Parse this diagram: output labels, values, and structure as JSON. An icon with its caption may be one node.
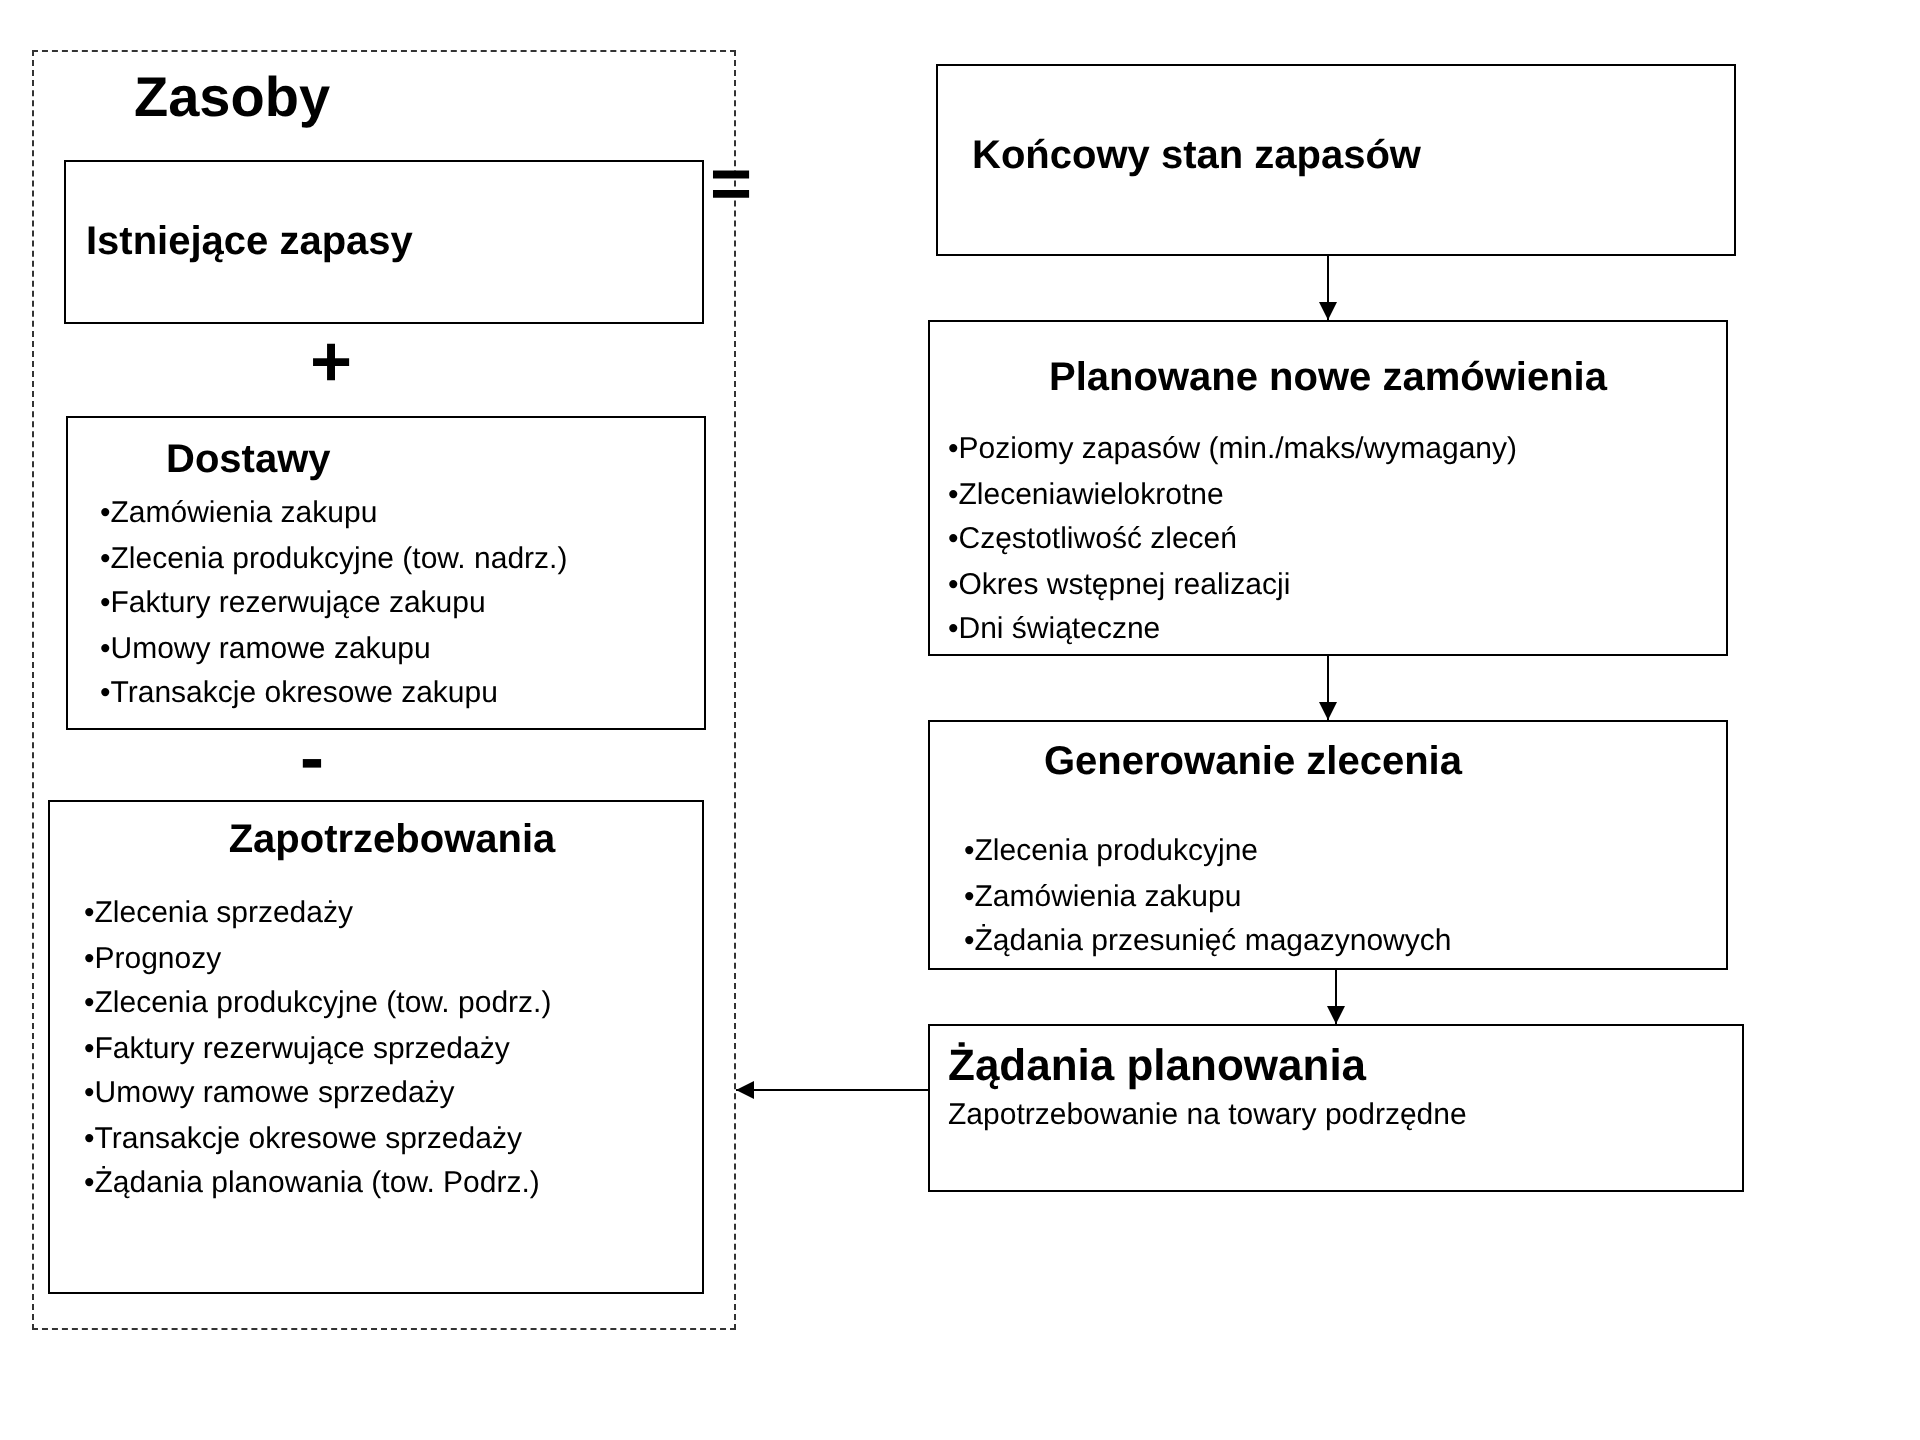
{
  "diagram": {
    "nodes": [
      {
        "text": [
          "Zasoby"
        ]
      },
      {
        "text": [
          "Istniejące zapasy"
        ],
        "in": 0
      },
      {
        "text": [
          "Dostawy",
          "•Zamówienia zakupu",
          "•Zlecenia produkcyjne (tow. nadrz.)",
          "•Faktury rezerwujące zakupu",
          "•Umowy ramowe zakupu",
          "•Transakcje okresowe zakupu"
        ],
        "in": 0
      },
      {
        "text": [
          "Zapotrzebowania",
          "•Zlecenia sprzedaży",
          "•Prognozy",
          "•Zlecenia produkcyjne (tow. podrz.)",
          "•Faktury rezerwujące sprzedaży",
          "•Umowy ramowe sprzedaży",
          "•Transakcje okresowe sprzedaży",
          "•Żądania planowania (tow. Podrz.)"
        ],
        "in": 0
      },
      {
        "text": [
          "Końcowy stan zapasów"
        ]
      },
      {
        "text": [
          "Planowane nowe zamówienia",
          "•Poziomy zapasów (min./maks/wymagany)",
          "•Zleceniawielokrotne",
          "•Częstotliwość zleceń",
          "•Okres wstępnej realizacji",
          "•Dni świąteczne"
        ]
      },
      {
        "text": [
          "Generowanie zlecenia",
          "•Zlecenia produkcyjne",
          "•Zamówienia zakupu",
          "•Żądania przesunięć magazynowych"
        ]
      },
      {
        "text": [
          "Żądania planowania",
          "Zapotrzebowanie na towary podrzędne"
        ]
      }
    ],
    "edges": [
      {
        "from": 4,
        "to": 5,
        "arrow": "to"
      },
      {
        "from": 5,
        "to": 6,
        "arrow": "to"
      },
      {
        "from": 6,
        "to": 7,
        "arrow": "to"
      },
      {
        "from": 7,
        "to": 0,
        "arrow": "to"
      }
    ],
    "labels": [
      "=",
      "+",
      "-"
    ]
  }
}
